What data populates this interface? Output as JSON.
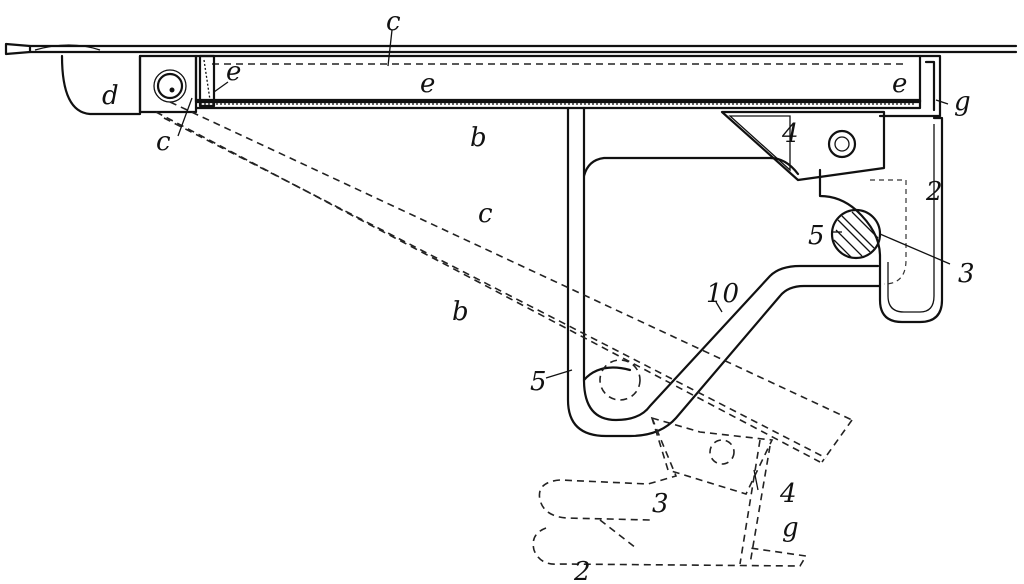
{
  "labels": {
    "c_top": "c",
    "d": "d",
    "e_left": "e",
    "e_mid": "e",
    "e_right": "e",
    "g_top": "g",
    "c_lower_left": "c",
    "b_top": "b",
    "n4_top": "4",
    "n2_top": "2",
    "n5_top": "5",
    "n3_top": "3",
    "c_diag": "c",
    "b_diag": "b",
    "n10": "10",
    "n5_low": "5",
    "n3_low": "3",
    "n4_low": "4",
    "g_low": "g",
    "n2_low": "2"
  }
}
